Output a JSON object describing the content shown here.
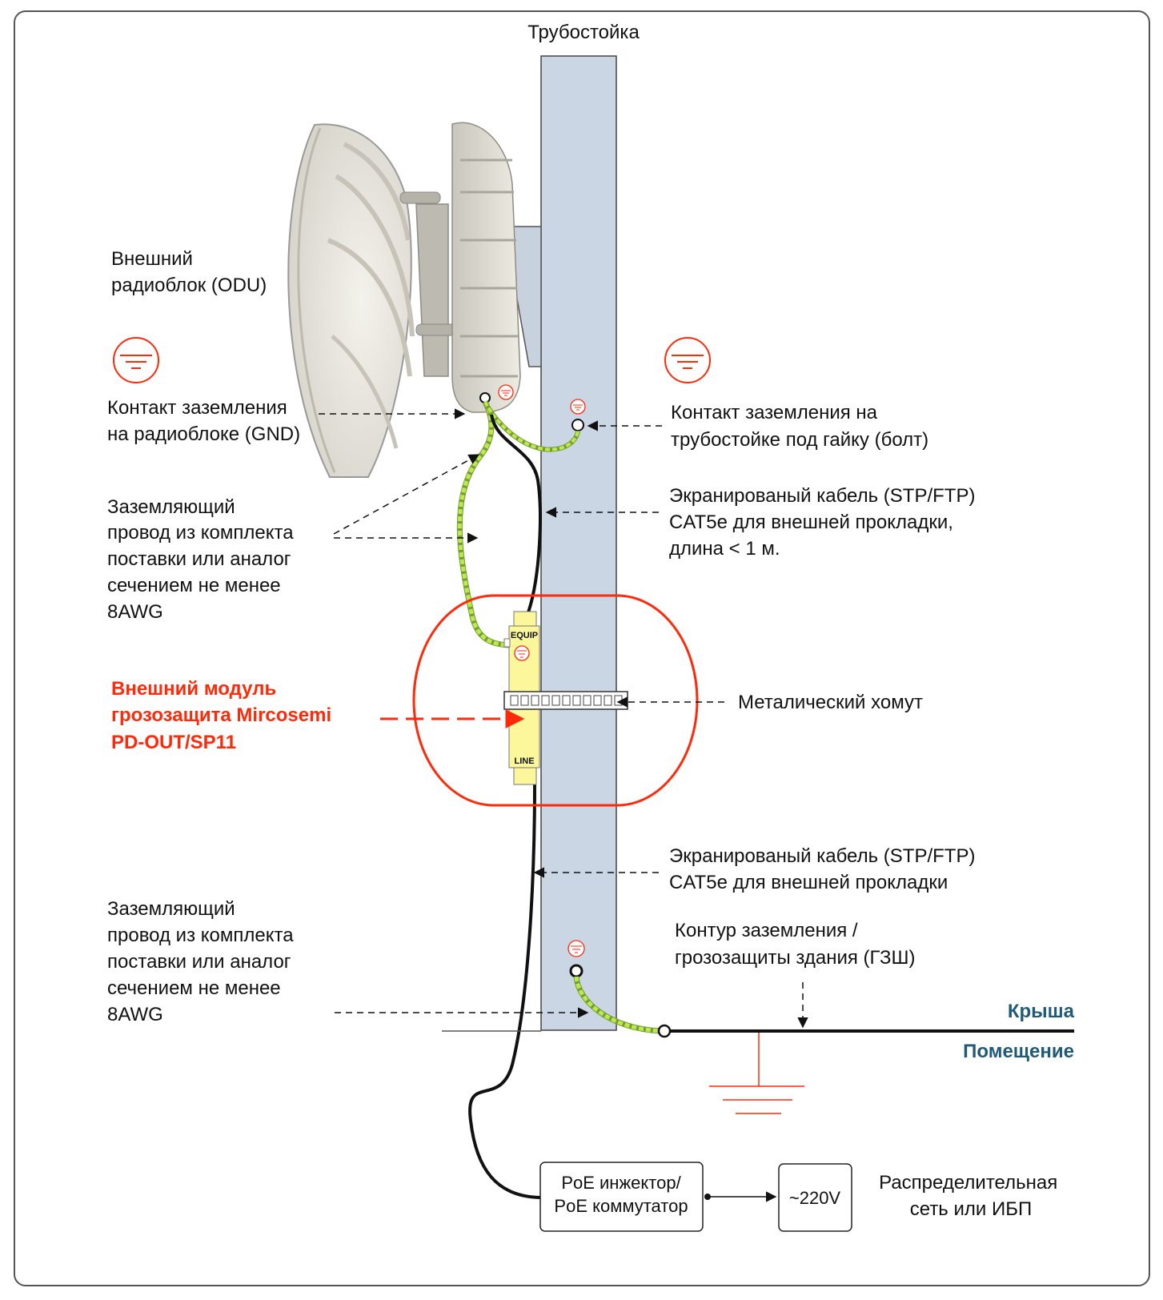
{
  "labels": {
    "mast": "Трубостойка",
    "odu": [
      "Внешний",
      "радиоблок (ODU)"
    ],
    "gnd_odu": [
      "Контакт заземления",
      "на радиоблоке (GND)"
    ],
    "gnd_mast": [
      "Контакт заземления на",
      "трубостойке под гайку (болт)"
    ],
    "wire1": [
      "Заземляющий",
      "провод из комплекта",
      "поставки или аналог",
      "сечением не менее",
      "8AWG"
    ],
    "cable1": [
      "Экранированый кабель (STP/FTP)",
      "CAT5e для внешней прокладки,",
      "длина < 1 м."
    ],
    "module": [
      "Внешний модуль",
      "грозозащита Mircosemi",
      "PD-OUT/SP11"
    ],
    "clamp": "Металический хомут",
    "cable2": [
      "Экранированый кабель (STP/FTP)",
      "CAT5e для внешней прокладки"
    ],
    "wire2": [
      "Заземляющий",
      "провод из комплекта",
      "поставки или аналог",
      "сечением не менее",
      "8AWG"
    ],
    "contour": [
      "Контур заземления /",
      "грозозащиты здания (ГЗШ)"
    ],
    "roof": "Крыша",
    "room": "Помещение",
    "poe": [
      "PoE инжектор/",
      "PoE коммутатор"
    ],
    "voltage": "~220V",
    "grid": [
      "Распределительная",
      "сеть  или ИБП"
    ],
    "port_equip": "EQUIP",
    "port_line": "LINE"
  },
  "colors": {
    "mast_fill": "#cbd6e4",
    "accent_red": "#ff2a0a",
    "ground_wire": "#b8ec48",
    "module_fill": "#fbf79a",
    "blue_text": "#1f5a78"
  }
}
